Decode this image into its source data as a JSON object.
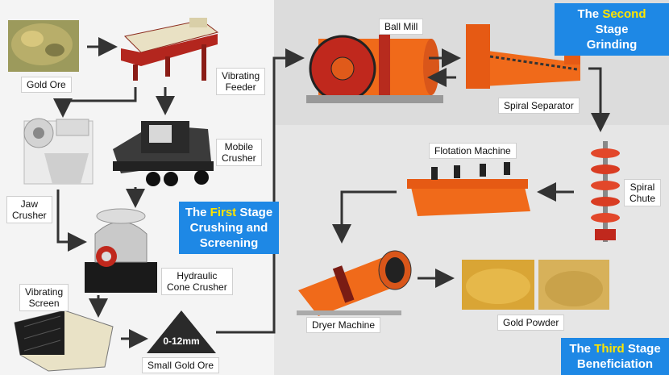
{
  "labels": {
    "gold_ore": "Gold Ore",
    "vibrating_feeder": "Vibrating\nFeeder",
    "jaw_crusher": "Jaw\nCrusher",
    "mobile_crusher": "Mobile\nCrusher",
    "hydraulic_cone_crusher": "Hydraulic\nCone Crusher",
    "vibrating_screen": "Vibrating\nScreen",
    "small_gold_ore": "Small Gold Ore",
    "pile_size": "0-12mm",
    "ball_mill": "Ball Mill",
    "spiral_separator": "Spiral Separator",
    "spiral_chute": "Spiral\nChute",
    "flotation_machine": "Flotation Machine",
    "dryer_machine": "Dryer Machine",
    "gold_powder": "Gold Powder"
  },
  "stages": {
    "first": {
      "prefix": "The ",
      "highlight": "First",
      "suffix": " Stage",
      "line2": "Crushing and",
      "line3": "Screening"
    },
    "second": {
      "prefix": "The ",
      "highlight": "Second",
      "suffix": " Stage",
      "line2": "Grinding"
    },
    "third": {
      "prefix": "The ",
      "highlight": "Third",
      "suffix": " Stage",
      "line2": "Beneficiation"
    }
  },
  "colors": {
    "stage_bg": "#1e88e5",
    "stage_highlight": "#ffe400",
    "machine_orange": "#f06a1a",
    "machine_red": "#c0281d",
    "arrow": "#333333"
  }
}
